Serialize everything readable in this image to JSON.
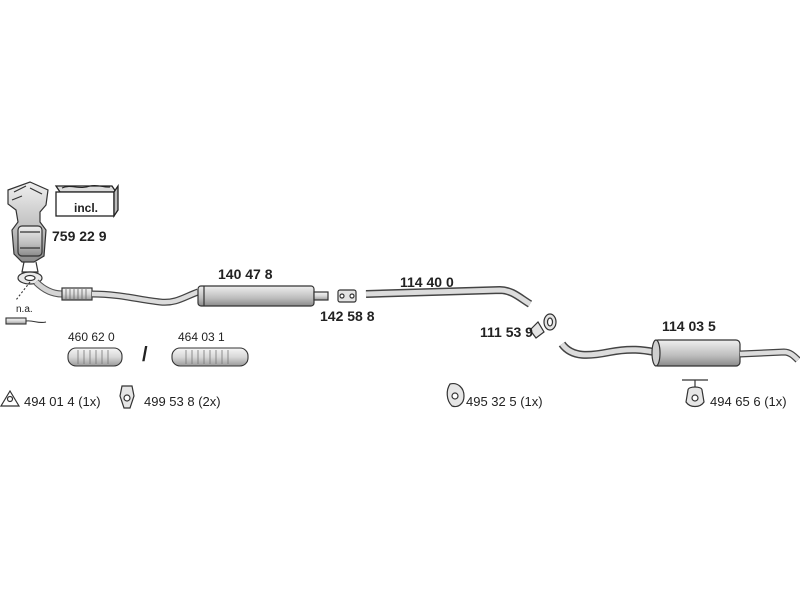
{
  "parts": {
    "catalyst": "759 22 9",
    "front_pipe_main": "140 47 8",
    "clamp": "142 58 8",
    "middle_pipe": "114 40 0",
    "clamp_rear": "111 53 9",
    "rear_silencer": "114 03 5",
    "flex_pipe_a": "460 62 0",
    "flex_pipe_b": "464 03 1"
  },
  "labels": {
    "incl": "incl.",
    "na": "n.a.",
    "or_separator": "/"
  },
  "mounts": {
    "m1": "494 01 4 (1x)",
    "m2": "499 53 8 (2x)",
    "m3": "495 32 5 (1x)",
    "m4": "494 65 6 (1x)"
  }
}
